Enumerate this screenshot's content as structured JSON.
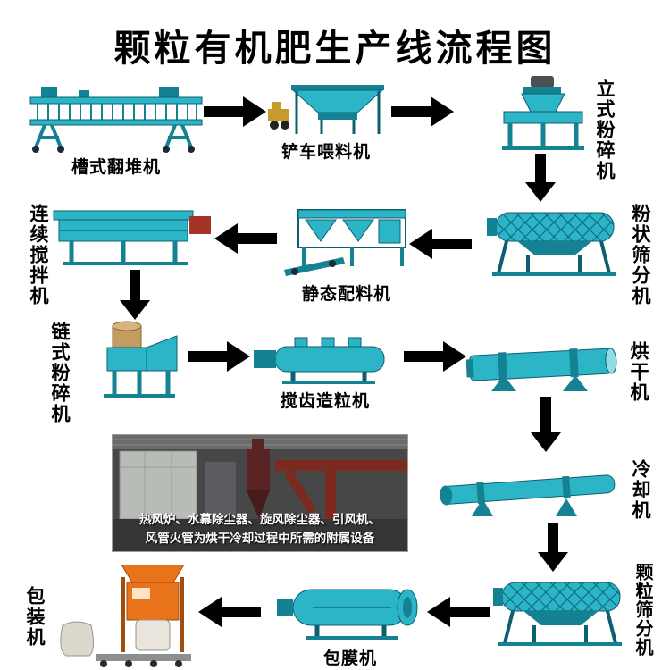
{
  "title": "颗粒有机肥生产线流程图",
  "machines": {
    "trough_turner": {
      "label": "槽式翻堆机"
    },
    "loader_feeder": {
      "label": "铲车喂料机"
    },
    "vertical_crusher": {
      "label": "立式粉碎机"
    },
    "powder_screener": {
      "label": "粉状筛分机"
    },
    "static_batcher": {
      "label": "静态配料机"
    },
    "continuous_mixer": {
      "label": "连续搅拌机"
    },
    "chain_crusher": {
      "label": "链式粉碎机"
    },
    "paddle_granulator": {
      "label": "搅齿造粒机"
    },
    "dryer": {
      "label": "烘干机"
    },
    "cooler": {
      "label": "冷却机"
    },
    "granule_screener": {
      "label": "颗粒筛分机"
    },
    "coating_machine": {
      "label": "包膜机"
    },
    "packing_machine": {
      "label": "包装机"
    }
  },
  "photo": {
    "caption_line1": "热风炉、水幕除尘器、旋风除尘器、引风机、",
    "caption_line2": "风管火管为烘干冷却过程中所需的附属设备"
  },
  "flow": [
    "槽式翻堆机",
    "铲车喂料机",
    "立式粉碎机",
    "粉状筛分机",
    "静态配料机",
    "连续搅拌机",
    "链式粉碎机",
    "搅齿造粒机",
    "烘干机",
    "冷却机",
    "颗粒筛分机",
    "包膜机",
    "包装机"
  ],
  "colors": {
    "machine_teal": "#2cb5c6",
    "machine_teal_dark": "#158294",
    "packing_orange": "#e8731a",
    "arrow_black": "#000000"
  }
}
